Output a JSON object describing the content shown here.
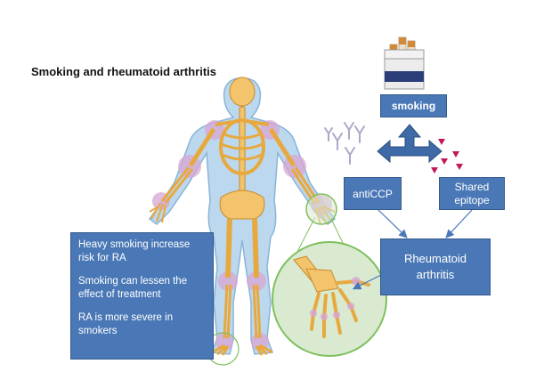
{
  "title": "Smoking and rheumatoid arthritis",
  "boxes": {
    "smoking": "smoking",
    "anticcp": "antiCCP",
    "shared_epitope": [
      "Shared",
      "epitope"
    ],
    "rheumatoid_arthritis": [
      "Rheumatoid",
      "arthritis"
    ]
  },
  "facts": [
    "Heavy smoking increase risk for RA",
    "Smoking can lessen the effect of treatment",
    "RA is more severe in smokers"
  ],
  "icons": {
    "cigarette_pack": "cigarette-pack-icon",
    "antibody": "antibody-icon",
    "epitope": "triangle-epitope-icon",
    "arrow": "four-way-arrow-icon",
    "skeleton": "human-skeleton-illustration",
    "hand": "hand-bones-zoom-illustration"
  },
  "colors": {
    "box_fill": "#4a78b6",
    "arrow": "#3e6aa8",
    "joint_highlight": "#d8a6d4",
    "bone": "#f3c46b",
    "body": "#bcd8ee",
    "zoom_circle": "#d9ead0",
    "zoom_stroke": "#7fbf5f",
    "epitope": "#c2185b",
    "antibody": "#a9a9c9"
  }
}
